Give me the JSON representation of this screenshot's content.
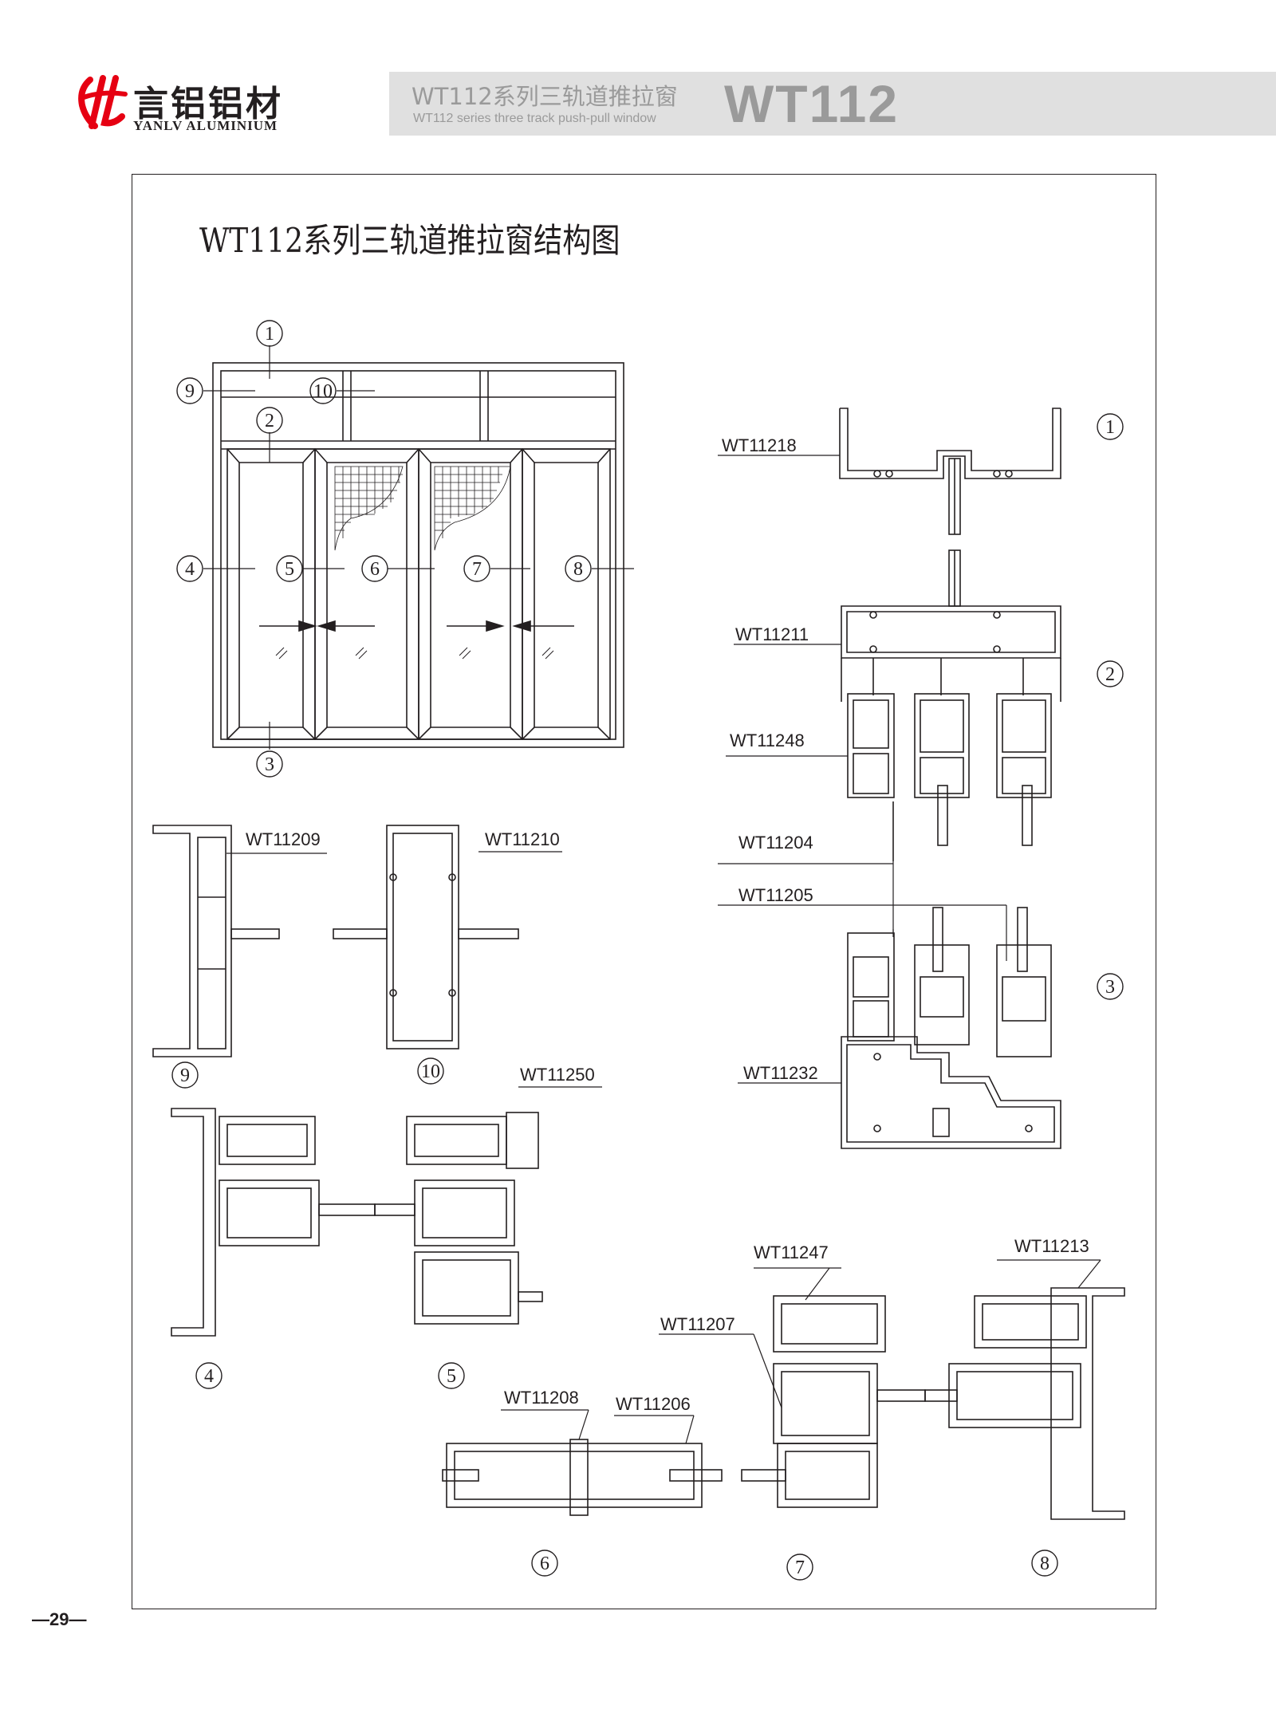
{
  "brand": {
    "name_cn": "言铝铝材",
    "name_en": "YANLV ALUMINIUM",
    "color": "#e60012"
  },
  "header": {
    "title_cn": "WT112系列三轨道推拉窗",
    "title_en": "WT112 series three track push-pull window",
    "code": "WT112",
    "bar_color": "#e0e0e0"
  },
  "diagram": {
    "title": "WT112系列三轨道推拉窗结构图",
    "section_numbers": [
      "1",
      "2",
      "3",
      "4",
      "5",
      "6",
      "7",
      "8",
      "9",
      "10"
    ],
    "profiles": {
      "p1": "WT11218",
      "p2": "WT11211",
      "p3": "WT11248",
      "p4": "WT11204",
      "p5": "WT11205",
      "p6": "WT11232",
      "p7": "WT11209",
      "p8": "WT11210",
      "p9": "WT11250",
      "p10": "WT11247",
      "p11": "WT11213",
      "p12": "WT11207",
      "p13": "WT11208",
      "p14": "WT11206"
    }
  },
  "page_number": "—29—"
}
